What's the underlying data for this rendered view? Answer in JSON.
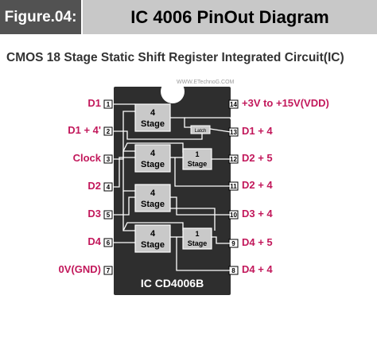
{
  "header": {
    "tag": "Figure.04:",
    "title": "IC 4006 PinOut Diagram"
  },
  "subtitle": "CMOS 18 Stage Static Shift Register Integrated Circuit(IC)",
  "watermark": "WWW.ETechnoG.COM",
  "chip": {
    "name": "IC  CD4006B"
  },
  "pins_left": [
    {
      "num": "1",
      "label": "D1"
    },
    {
      "num": "2",
      "label": "D1 + 4'"
    },
    {
      "num": "3",
      "label": "Clock"
    },
    {
      "num": "4",
      "label": "D2"
    },
    {
      "num": "5",
      "label": "D3"
    },
    {
      "num": "6",
      "label": "D4"
    },
    {
      "num": "7",
      "label": "0V(GND)"
    }
  ],
  "pins_right": [
    {
      "num": "14",
      "label": "+3V to +15V(VDD)"
    },
    {
      "num": "13",
      "label": "D1 + 4"
    },
    {
      "num": "12",
      "label": "D2 + 5"
    },
    {
      "num": "11",
      "label": "D2 + 4"
    },
    {
      "num": "10",
      "label": "D3 + 4"
    },
    {
      "num": "9",
      "label": "D4 + 5"
    },
    {
      "num": "8",
      "label": "D4 + 4"
    }
  ],
  "blocks": {
    "stage4": [
      "4",
      "Stage"
    ],
    "stage1": [
      "1",
      "Stage"
    ],
    "latch": "Latch"
  },
  "colors": {
    "label": "#c2185b",
    "chip": "#2e2e2e",
    "header_dark": "#525252",
    "header_light": "#c8c8c8"
  }
}
